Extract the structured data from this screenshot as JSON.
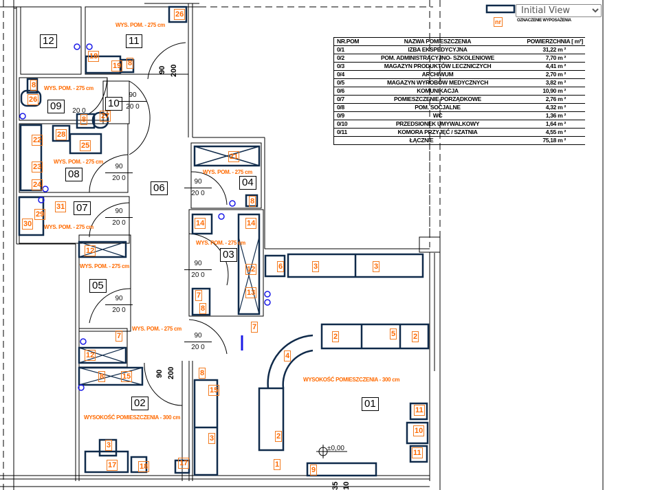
{
  "viewer": {
    "view_select": {
      "selected": "Initial View",
      "options": [
        "Initial View"
      ]
    },
    "legend": {
      "tag_symbol": "nr",
      "tag_label": "OZNACZENIE WYPOSAŻENIA"
    }
  },
  "area_table": {
    "headers": [
      "NR.POM",
      "NAZWA POMIESZCZENIA",
      "POWIERZCHNIA [ m²]"
    ],
    "rows": [
      {
        "nr": "0/1",
        "name": "IZBA EKSPEDYCYJNA",
        "area": "31,22 m ²"
      },
      {
        "nr": "0/2",
        "name": "POM. ADMINISTRACYJNO- SZKOLENIOWE",
        "area": "7,70 m ²"
      },
      {
        "nr": "0/3",
        "name": "MAGAZYN PRODUKTÓW LECZNICZYCH",
        "area": "4,41 m ²"
      },
      {
        "nr": "0/4",
        "name": "ARCHIWUM",
        "area": "2,70 m ²"
      },
      {
        "nr": "0/5",
        "name": "MAGAZYN WYROBÓW MEDYCZNYCH",
        "area": "3,82 m ²"
      },
      {
        "nr": "0/6",
        "name": "KOMUNIKACJA",
        "area": "10,90 m ²"
      },
      {
        "nr": "0/7",
        "name": "POMIESZCZENIE PORZĄDKOWE",
        "area": "2,76 m ²"
      },
      {
        "nr": "0/8",
        "name": "POM. SOCJALNE",
        "area": "4,32 m ²"
      },
      {
        "nr": "0/9",
        "name": "WC",
        "area": "1,36 m ²"
      },
      {
        "nr": "0/10",
        "name": "PRZEDSIONEK UMYWALKOWY",
        "area": "1,64 m ²"
      },
      {
        "nr": "0/11",
        "name": "KOMORA PRZYJĘĆ / SZATNIA",
        "area": "4,55 m ²"
      }
    ],
    "total_label": "ŁĄCZNIE",
    "total_area": "75,18 m ²"
  },
  "plan": {
    "room_labels": [
      "12",
      "11",
      "09",
      "10",
      "08",
      "06",
      "04",
      "07",
      "03",
      "05",
      "02",
      "01"
    ],
    "height_notes": {
      "r275": "WYS. POM. - 275 cm",
      "r300_02": "WYSOKOŚĆ POMIESZCZENIA - 300 cm",
      "r300_01": "WYSOKOŚĆ POMIESZCZENIA - 300 cm"
    },
    "door_dims": {
      "w": "90",
      "h": "200",
      "h_alt": "20 0"
    },
    "level_mark": "±0,00",
    "bottom_dims": [
      "35",
      "10"
    ],
    "equipment_tags": [
      "26",
      "18",
      "19",
      "8",
      "8",
      "26",
      "27",
      "8",
      "22",
      "28",
      "25",
      "23",
      "24",
      "31",
      "29",
      "30",
      "21",
      "8",
      "14",
      "14",
      "12",
      "12",
      "13",
      "7",
      "8",
      "7",
      "7",
      "12",
      "8",
      "15",
      "15",
      "3",
      "3",
      "17",
      "18",
      "17",
      "8",
      "4",
      "2",
      "1",
      "6",
      "3",
      "3",
      "2",
      "5",
      "2",
      "11",
      "10",
      "11",
      "9"
    ]
  },
  "colors": {
    "wall": "#0f2a4a",
    "tag": "#ff6a00",
    "utility": "#1a1ae6"
  }
}
